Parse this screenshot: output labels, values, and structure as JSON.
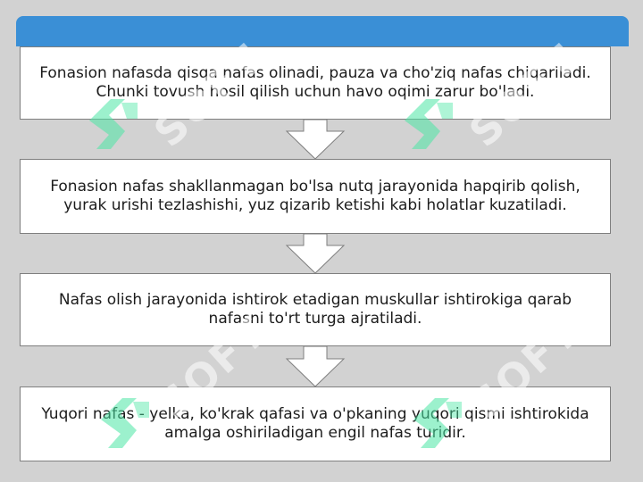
{
  "boxes": [
    {
      "text": "Fonasion nafasda qisqa nafas olinadi, pauza va cho'ziq nafas chiqariladi. Chunki tovush hosil qilish uchun havo oqimi zarur bo'ladi."
    },
    {
      "text": "Fonasion nafas shakllanmagan bo'lsa nutq jarayonida hapqirib qolish, yurak urishi tezlashishi, yuz qizarib ketishi kabi holatlar kuzatiladi."
    },
    {
      "text": "Nafas olish jarayonida ishtirok etadigan muskullar ishtirokiga qarab nafasni to'rt turga ajratiladi."
    },
    {
      "text": "Yuqori nafas - yelka, ko'krak qafasi va o'pkaning yuqori qismi ishtirokida amalga oshiriladigan engil nafas turidir."
    }
  ],
  "watermark": {
    "text": "SOFT",
    "logo_color": "#4be6a4",
    "icon": "soft-logo-icon"
  },
  "colors": {
    "background": "#d2d2d2",
    "header_band": "#3a8fd6",
    "box_fill": "#ffffff",
    "box_border": "#7f7f7f",
    "arrow_fill": "#ffffff",
    "arrow_border": "#7f7f7f"
  }
}
